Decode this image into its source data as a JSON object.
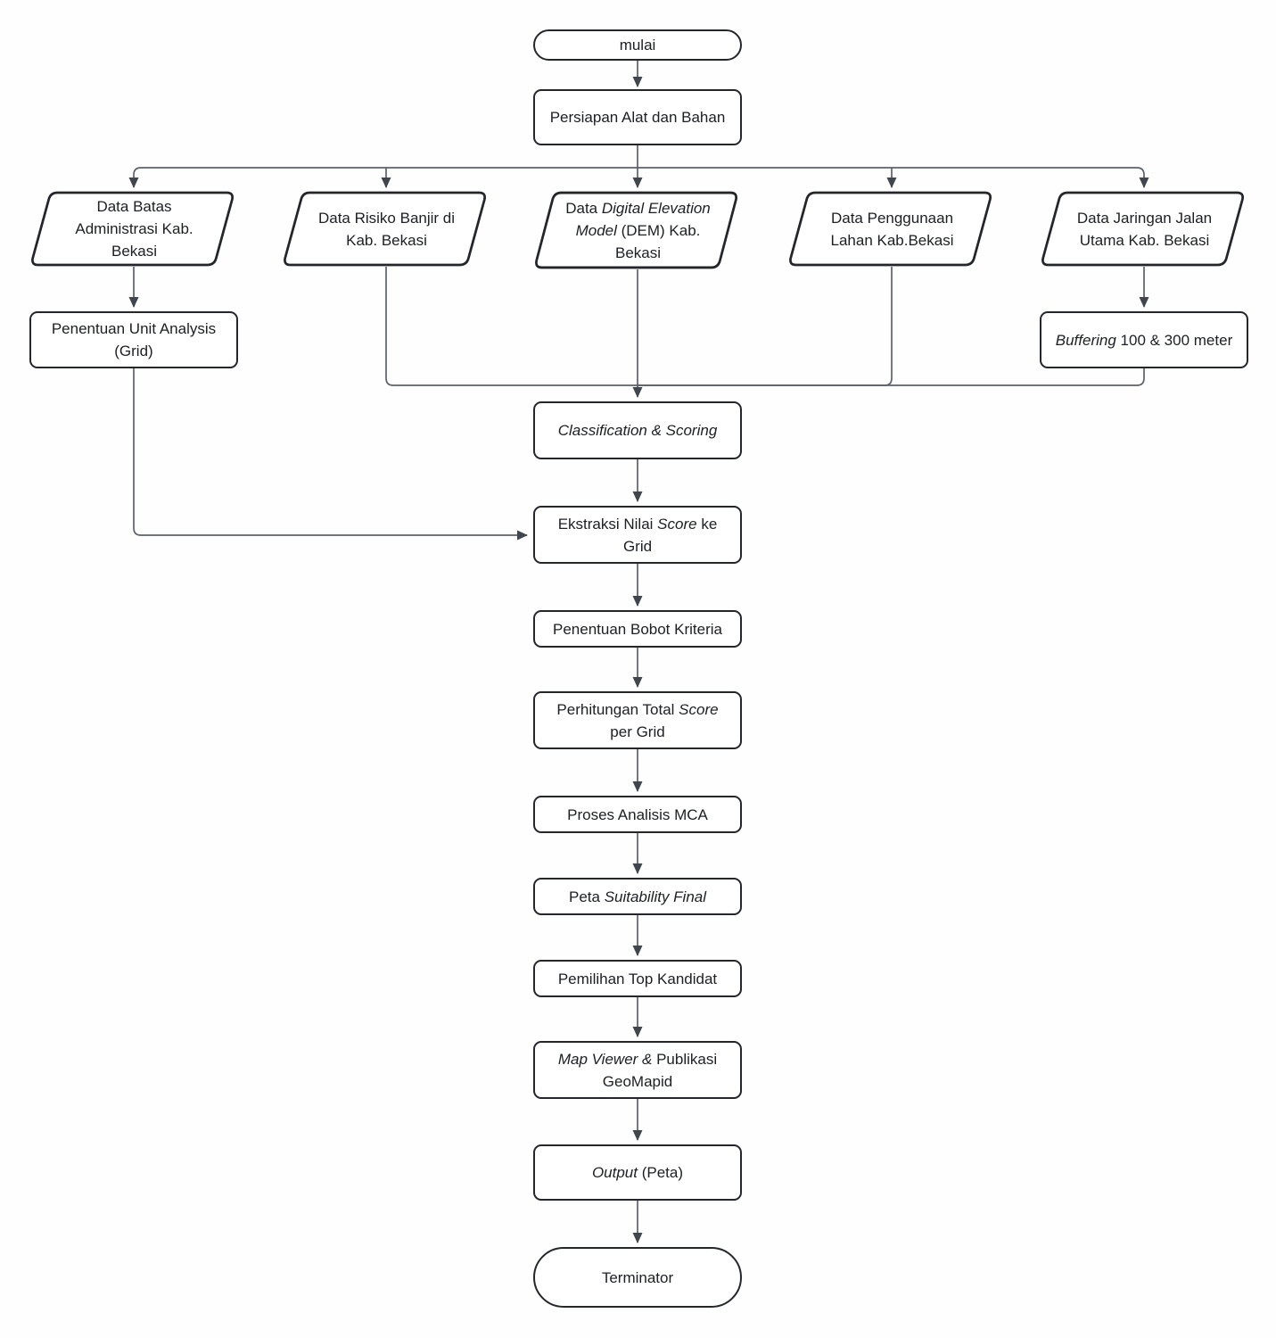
{
  "colors": {
    "background": "#fefefe",
    "shape_border": "#24262b",
    "shape_fill": "#ffffff",
    "text": "#1d1f23",
    "connector": "#5c616b",
    "arrowhead": "#40454e"
  },
  "diagram": {
    "type": "flowchart",
    "nodes": {
      "start": {
        "shape": "stadium",
        "label": [
          {
            "t": "mulai"
          }
        ]
      },
      "persiapan": {
        "shape": "rect",
        "label": [
          {
            "t": "Persiapan Alat dan Bahan"
          }
        ]
      },
      "data_batas": {
        "shape": "parallelogram",
        "label": [
          {
            "t": "Data Batas Administrasi Kab. Bekasi"
          }
        ]
      },
      "data_risiko": {
        "shape": "parallelogram",
        "label": [
          {
            "t": "Data Risiko Banjir di Kab. Bekasi"
          }
        ]
      },
      "data_dem": {
        "shape": "parallelogram",
        "label": [
          {
            "t": "Data "
          },
          {
            "t": "Digital Elevation Model",
            "i": true
          },
          {
            "t": " (DEM) Kab. Bekasi"
          }
        ]
      },
      "data_penggunaan": {
        "shape": "parallelogram",
        "label": [
          {
            "t": "Data Penggunaan Lahan Kab.Bekasi"
          }
        ]
      },
      "data_jaringan": {
        "shape": "parallelogram",
        "label": [
          {
            "t": "Data Jaringan Jalan Utama Kab. Bekasi"
          }
        ]
      },
      "unit_analysis": {
        "shape": "rect",
        "label": [
          {
            "t": "Penentuan Unit Analysis (Grid)"
          }
        ]
      },
      "buffering": {
        "shape": "rect",
        "label": [
          {
            "t": "Buffering",
            "i": true
          },
          {
            "t": " 100 & 300 meter"
          }
        ]
      },
      "classification": {
        "shape": "rect",
        "label": [
          {
            "t": "Classification & Scoring",
            "i": true
          }
        ]
      },
      "ekstraksi": {
        "shape": "rect",
        "label": [
          {
            "t": "Ekstraksi Nilai "
          },
          {
            "t": "Score",
            "i": true
          },
          {
            "t": " ke Grid"
          }
        ]
      },
      "bobot": {
        "shape": "rect",
        "label": [
          {
            "t": "Penentuan Bobot Kriteria"
          }
        ]
      },
      "total_score": {
        "shape": "rect",
        "label": [
          {
            "t": "Perhitungan Total "
          },
          {
            "t": "Score",
            "i": true
          },
          {
            "t": " per Grid"
          }
        ]
      },
      "mca": {
        "shape": "rect",
        "label": [
          {
            "t": "Proses Analisis MCA"
          }
        ]
      },
      "peta_suitability": {
        "shape": "rect",
        "label": [
          {
            "t": "Peta "
          },
          {
            "t": "Suitability Final",
            "i": true
          }
        ]
      },
      "top_kandidat": {
        "shape": "rect",
        "label": [
          {
            "t": "Pemilihan Top Kandidat"
          }
        ]
      },
      "map_viewer": {
        "shape": "rect",
        "label": [
          {
            "t": "Map Viewer &",
            "i": true
          },
          {
            "t": " Publikasi GeoMapid"
          }
        ]
      },
      "output": {
        "shape": "rect",
        "label": [
          {
            "t": "Output",
            "i": true
          },
          {
            "t": " (Peta)"
          }
        ]
      },
      "terminator": {
        "shape": "stadium",
        "label": [
          {
            "t": "Terminator"
          }
        ]
      }
    },
    "edges": [
      {
        "from": "start",
        "to": "persiapan"
      },
      {
        "from": "persiapan",
        "to": "data_batas"
      },
      {
        "from": "persiapan",
        "to": "data_risiko"
      },
      {
        "from": "persiapan",
        "to": "data_dem"
      },
      {
        "from": "persiapan",
        "to": "data_penggunaan"
      },
      {
        "from": "persiapan",
        "to": "data_jaringan"
      },
      {
        "from": "data_batas",
        "to": "unit_analysis"
      },
      {
        "from": "data_jaringan",
        "to": "buffering"
      },
      {
        "from": "data_risiko",
        "to": "classification"
      },
      {
        "from": "data_dem",
        "to": "classification"
      },
      {
        "from": "data_penggunaan",
        "to": "classification"
      },
      {
        "from": "buffering",
        "to": "classification"
      },
      {
        "from": "classification",
        "to": "ekstraksi"
      },
      {
        "from": "unit_analysis",
        "to": "ekstraksi"
      },
      {
        "from": "ekstraksi",
        "to": "bobot"
      },
      {
        "from": "bobot",
        "to": "total_score"
      },
      {
        "from": "total_score",
        "to": "mca"
      },
      {
        "from": "mca",
        "to": "peta_suitability"
      },
      {
        "from": "peta_suitability",
        "to": "top_kandidat"
      },
      {
        "from": "top_kandidat",
        "to": "map_viewer"
      },
      {
        "from": "map_viewer",
        "to": "output"
      },
      {
        "from": "output",
        "to": "terminator"
      }
    ]
  }
}
